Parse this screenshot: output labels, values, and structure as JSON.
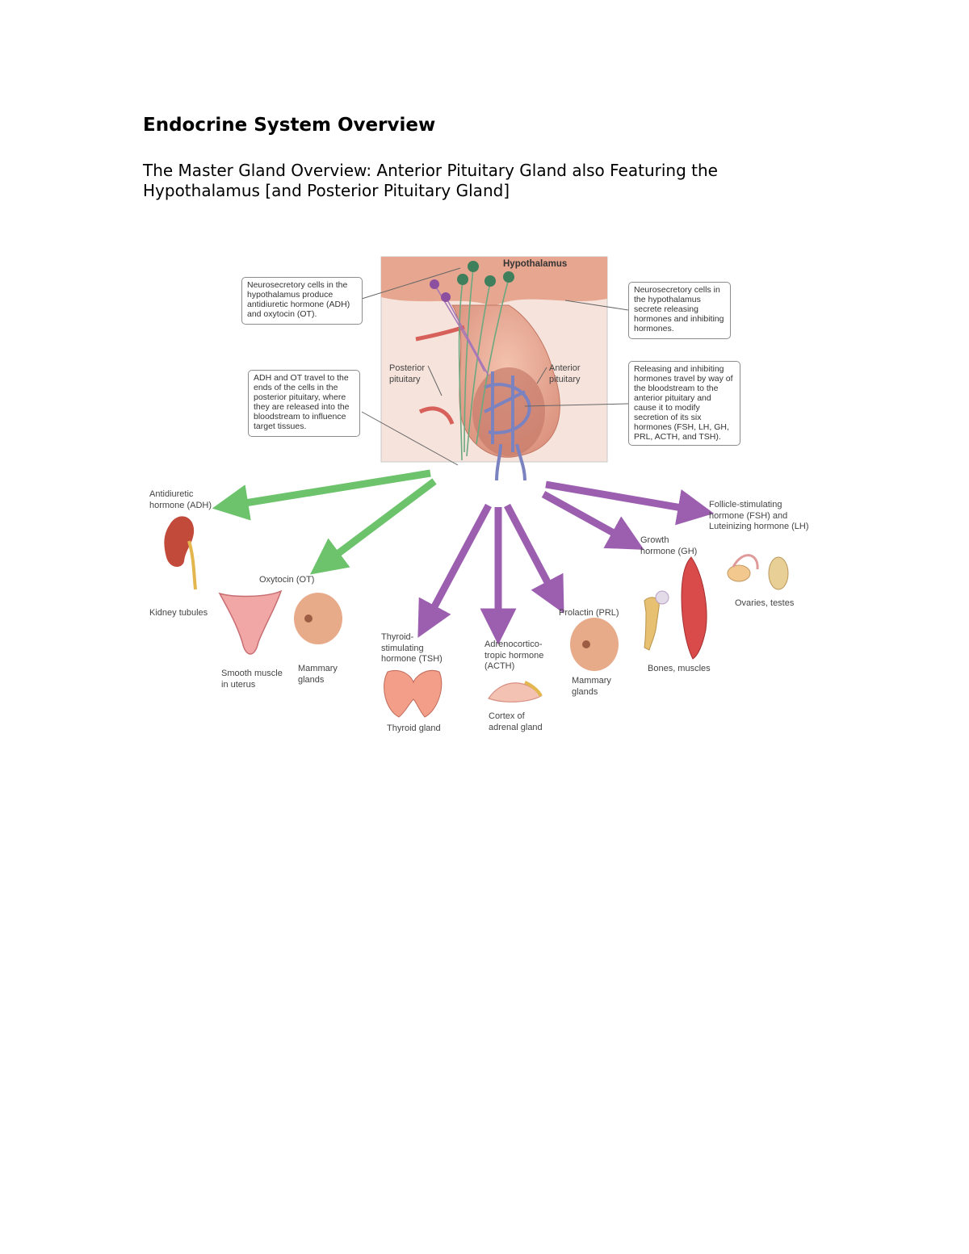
{
  "document": {
    "title": "Endocrine System Overview",
    "subtitle": "The Master Gland Overview: Anterior Pituitary Gland also Featuring the Hypothalamus [and Posterior Pituitary Gland]"
  },
  "figure": {
    "header_label": "Hypothalamus",
    "posterior_label": "Posterior\npituitary",
    "anterior_label": "Anterior\npituitary",
    "callouts": {
      "neurosecretory_adh": "Neurosecretory cells in the hypothalamus produce antidiuretic hormone (ADH) and oxytocin (OT).",
      "adh_ot_travel": "ADH and OT travel to the ends of the cells in the posterior pituitary, where they are released into the bloodstream to influence target tissues.",
      "neurosecretory_releasing": "Neurosecretory cells in the hypothalamus secrete releasing hormones and inhibiting hormones.",
      "releasing_travel": "Releasing and inhibiting hormones travel by way of the bloodstream to the anterior pituitary and cause it to modify secretion of its six hormones (FSH, LH, GH, PRL, ACTH, and TSH)."
    },
    "hormones": {
      "adh": "Antidiuretic\nhormone (ADH)",
      "ot": "Oxytocin (OT)",
      "tsh": "Thyroid-\nstimulating\nhormone (TSH)",
      "acth": "Adrenocortico-\ntropic hormone\n(ACTH)",
      "prl": "Prolactin (PRL)",
      "gh": "Growth\nhormone (GH)",
      "fsh_lh": "Follicle-stimulating\nhormone (FSH) and\nLuteinizing hormone (LH)"
    },
    "targets": {
      "kidney": "Kidney tubules",
      "uterus": "Smooth muscle\nin uterus",
      "mammary_ot": "Mammary\nglands",
      "thyroid": "Thyroid gland",
      "adrenal": "Cortex of\nadrenal gland",
      "mammary_prl": "Mammary\nglands",
      "bones": "Bones, muscles",
      "gonads": "Ovaries, testes"
    },
    "colors": {
      "posterior_arrow": "#6cc36c",
      "anterior_arrow": "#9c5fb0",
      "tissue": "#e8a08a",
      "vessel_blue": "#7a82c0",
      "vessel_red": "#d8605a"
    }
  }
}
